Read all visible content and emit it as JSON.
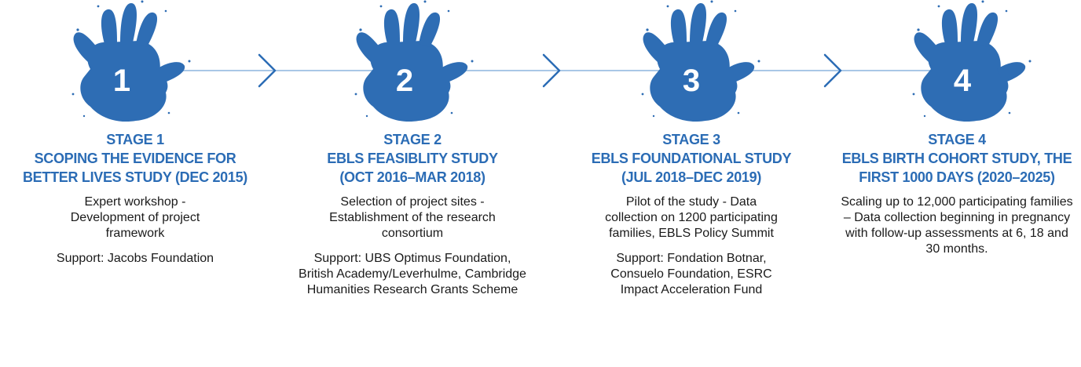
{
  "stages": [
    {
      "number": "1",
      "label": "STAGE 1",
      "title_lines": [
        "SCOPING THE EVIDENCE FOR",
        "BETTER LIVES STUDY (DEC 2015)"
      ],
      "description": "Expert workshop - Development of project framework",
      "support": "Support: Jacobs Foundation"
    },
    {
      "number": "2",
      "label": "STAGE 2",
      "title_lines": [
        "EBLS FEASIBLITY STUDY",
        "(OCT 2016–MAR 2018)"
      ],
      "description": "Selection of project sites - Establishment of the research consortium",
      "support": "Support: UBS Optimus Foundation, British Academy/Leverhulme, Cambridge Humanities Research Grants Scheme"
    },
    {
      "number": "3",
      "label": "STAGE 3",
      "title_lines": [
        "EBLS FOUNDATIONAL STUDY",
        "(JUL 2018–DEC 2019)"
      ],
      "description": "Pilot of the study - Data collection on 1200 participating families, EBLS Policy Summit",
      "support": "Support: Fondation Botnar, Consuelo Foundation, ESRC Impact Acceleration Fund"
    },
    {
      "number": "4",
      "label": "STAGE 4",
      "title_lines": [
        "EBLS BIRTH COHORT STUDY, THE",
        "FIRST 1000 DAYS (2020–2025)"
      ],
      "description": "Scaling up to 12,000 participating families – Data collection beginning in pregnancy with follow-up assessments at 6, 18 and 30 months.",
      "support": ""
    }
  ],
  "colors": {
    "accent": "#2b6cb5",
    "hand": "#2e6db4",
    "line": "#a9c7e6",
    "text": "#1a1a1a"
  },
  "icons": [
    "hand-icon",
    "chevron-right-icon"
  ]
}
